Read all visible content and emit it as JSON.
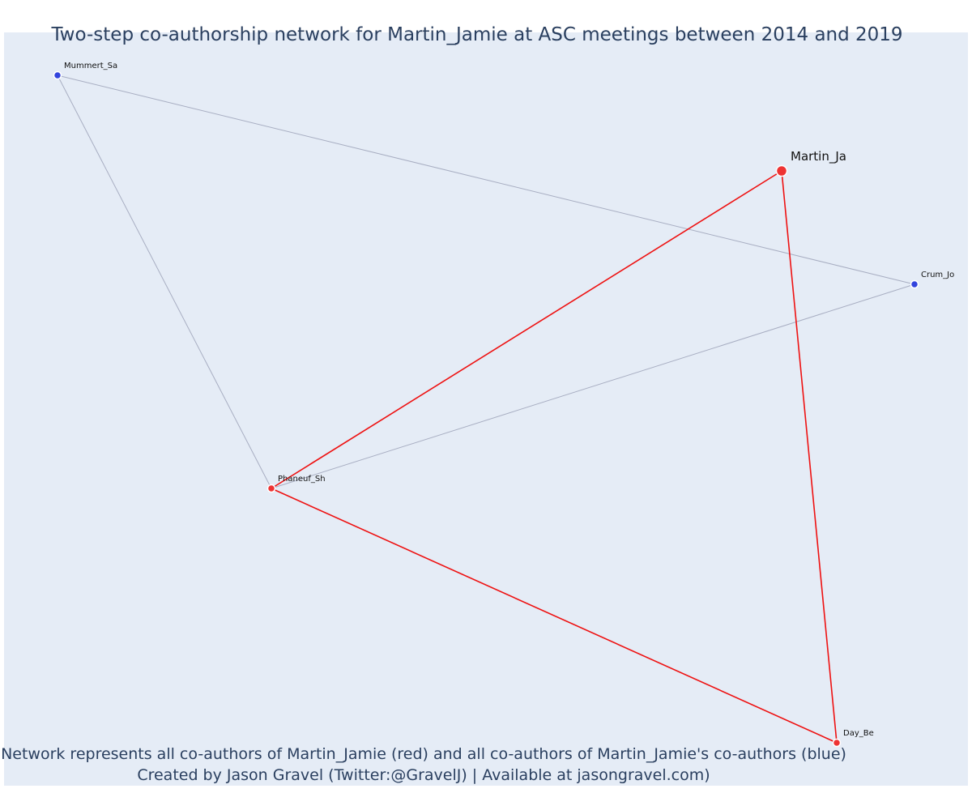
{
  "title": "Two-step co-authorship network for Martin_Jamie at ASC meetings between 2014 and 2019",
  "caption": {
    "line1": "Network represents all co-authors of Martin_Jamie (red) and all co-authors of Martin_Jamie's co-authors (blue)",
    "line2": "Created by Jason Gravel (Twitter:@GravelJ) | Available at jasongravel.com)"
  },
  "colors": {
    "background": "#e5ecf6",
    "coauthor_edge": "#ee1111",
    "second_step_edge": "#a8aec2",
    "coauthor_node": "#ee3333",
    "second_step_node": "#3344dd",
    "title_text": "#2a3f5f"
  },
  "network": {
    "nodes": [
      {
        "id": "Martin_Ja",
        "label": "Martin_Ja",
        "group": "focal"
      },
      {
        "id": "Phaneuf_Sh",
        "label": "Phaneuf_Sh",
        "group": "coauthor"
      },
      {
        "id": "Day_Be",
        "label": "Day_Be",
        "group": "coauthor"
      },
      {
        "id": "Mummert_Sa",
        "label": "Mummert_Sa",
        "group": "second_step"
      },
      {
        "id": "Crum_Jo",
        "label": "Crum_Jo",
        "group": "second_step"
      }
    ],
    "edges": [
      {
        "source": "Mummert_Sa",
        "target": "Crum_Jo",
        "type": "second_step"
      },
      {
        "source": "Mummert_Sa",
        "target": "Phaneuf_Sh",
        "type": "second_step"
      },
      {
        "source": "Crum_Jo",
        "target": "Phaneuf_Sh",
        "type": "second_step"
      },
      {
        "source": "Martin_Ja",
        "target": "Phaneuf_Sh",
        "type": "coauthor"
      },
      {
        "source": "Martin_Ja",
        "target": "Day_Be",
        "type": "coauthor"
      },
      {
        "source": "Phaneuf_Sh",
        "target": "Day_Be",
        "type": "coauthor"
      }
    ]
  }
}
